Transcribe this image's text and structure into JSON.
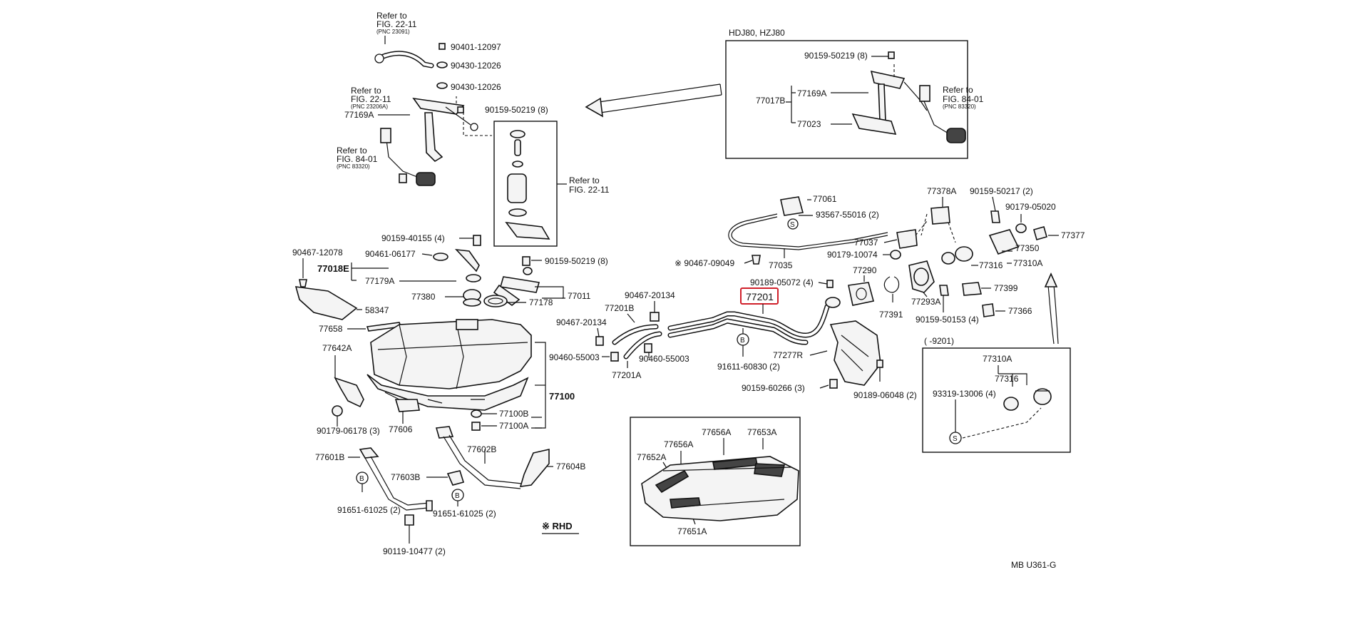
{
  "diagram_code": "MB  U361-G",
  "callouts": {
    "refer_top": [
      "Refer to",
      "FIG. 22-11",
      "(PNC 23091)"
    ],
    "refer_mid": [
      "Refer to",
      "FIG. 22-11",
      "(PNC 23206A)"
    ],
    "refer_left": [
      "Refer to",
      "FIG. 84-01",
      "(PNC 83320)"
    ],
    "refer_pump": [
      "Refer to",
      "FIG. 22-11"
    ],
    "refer_inset": [
      "Refer to",
      "FIG. 84-01",
      "(PNC 83320)"
    ]
  },
  "inset_hdj": {
    "title": "HDJ80, HZJ80",
    "p1": "90159-50219 (8)",
    "p2": "77169A",
    "p3": "77017B",
    "p4": "77023"
  },
  "inset_cap": {
    "title": "(     -9201)",
    "p1": "77310A",
    "p2": "77316",
    "p3": "93319-13006 (4)",
    "s_mark": "S"
  },
  "rhd_note": "※ RHD",
  "highlighted_part": "77201",
  "parts": {
    "p90401": "90401-12097",
    "p90430a": "90430-12026",
    "p90430b": "90430-12026",
    "p77169A": "77169A",
    "p90159_8a": "90159-50219 (8)",
    "p90159_40155": "90159-40155 (4)",
    "p90467_12078": "90467-12078",
    "p90461": "90461-06177",
    "p77018E": "77018E",
    "p77179A": "77179A",
    "p90159_8b": "90159-50219 (8)",
    "p77380": "77380",
    "p77011": "77011",
    "p77178": "77178",
    "p58347": "58347",
    "p77658": "77658",
    "p77642A": "77642A",
    "p90179_06178": "90179-06178 (3)",
    "p77606": "77606",
    "p77100": "77100",
    "p77100B": "77100B",
    "p77100A": "77100A",
    "p77601B": "77601B",
    "p77602B": "77602B",
    "p77603B": "77603B",
    "p77604B": "77604B",
    "p91651a": "91651-61025 (2)",
    "p91651b": "91651-61025 (2)",
    "p90119": "90119-10477 (2)",
    "p90467_20134a": "90467-20134",
    "p90467_20134b": "90467-20134",
    "p77201B": "77201B",
    "p90460a": "90460-55003",
    "p90460b": "90460-55003",
    "p77201A": "77201A",
    "p91611": "91611-60830 (2)",
    "p77061": "77061",
    "p93567": "93567-55016 (2)",
    "p90467_09049": "※ 90467-09049",
    "p77035": "77035",
    "p77037": "77037",
    "p90179_10074": "90179-10074",
    "p77290": "77290",
    "p90189_05072": "90189-05072 (4)",
    "p77391": "77391",
    "p77293A": "77293A",
    "p77277R": "77277R",
    "p90159_60266": "90159-60266 (3)",
    "p90189_06048": "90189-06048 (2)",
    "p77378A": "77378A",
    "p90159_50217": "90159-50217 (2)",
    "p90179_05020": "90179-05020",
    "p77377": "77377",
    "p77350": "77350",
    "p77316": "77316",
    "p77310A": "77310A",
    "p77399": "77399",
    "p90159_50153": "90159-50153 (4)",
    "p77366": "77366",
    "p77656A_a": "77656A",
    "p77653A": "77653A",
    "p77656A_b": "77656A",
    "p77652A": "77652A",
    "p77651A": "77651A"
  },
  "marks": {
    "S": "S",
    "B": "B"
  }
}
